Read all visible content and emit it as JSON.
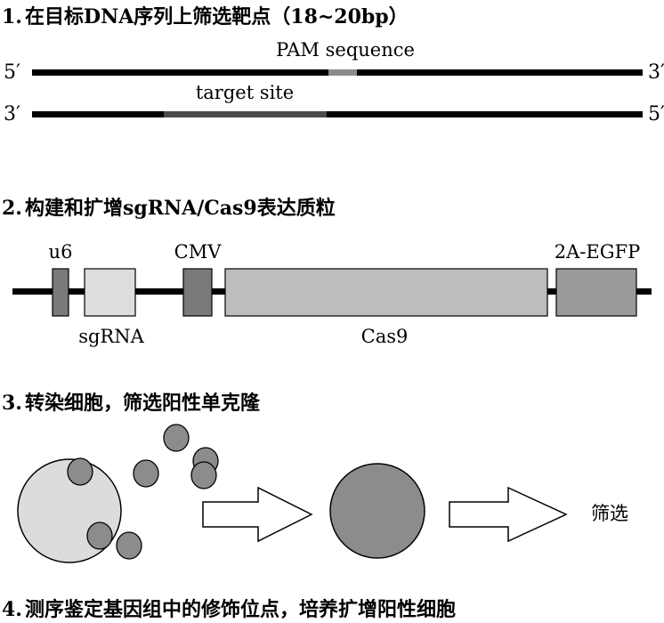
{
  "steps": [
    {
      "number": "1.",
      "title": "在目标DNA序列上筛选靶点（18~20bp）",
      "pam_label": "PAM sequence",
      "target_label": "target site",
      "top_strand_left": "5′",
      "top_strand_right": "3′",
      "bottom_strand_left": "3′",
      "bottom_strand_right": "5′"
    },
    {
      "number": "2.",
      "title": "构建和扩增sgRNA/Cas9表达质粒",
      "elements": [
        {
          "id": "u6",
          "label": "u6",
          "color": "#7a7a7a"
        },
        {
          "id": "sgrna",
          "label": "sgRNA",
          "color": "#dddddd"
        },
        {
          "id": "cmv",
          "label": "CMV",
          "color": "#7a7a7a"
        },
        {
          "id": "cas9",
          "label": "Cas9",
          "color": "#bdbdbd"
        },
        {
          "id": "egfp",
          "label": "2A-EGFP",
          "color": "#9a9a9a"
        }
      ]
    },
    {
      "number": "3.",
      "title": "转染细胞，筛选阳性单克隆",
      "screen_label": "筛选"
    },
    {
      "number": "4.",
      "title": "测序鉴定基因组中的修饰位点，培养扩增阳性细胞"
    }
  ],
  "colors": {
    "strand": "#000000",
    "pam": "#8a8a8a",
    "target": "#4a4a4a",
    "cell": "#dcdcdc",
    "particle": "#8c8c8c",
    "clone": "#8c8c8c"
  }
}
